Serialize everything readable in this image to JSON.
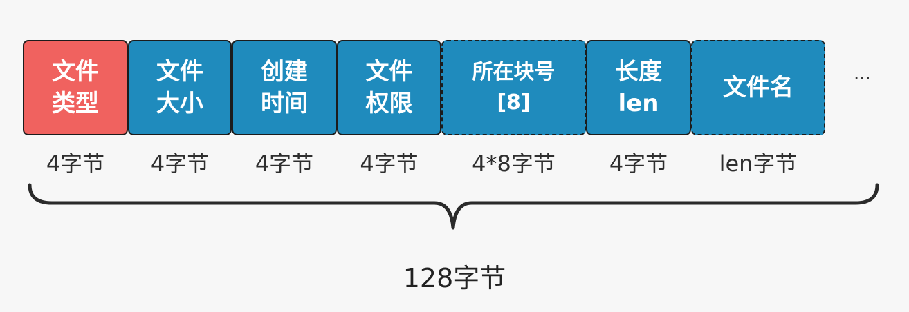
{
  "fields": [
    {
      "line1": "文件",
      "line2": "类型",
      "size": "4字节"
    },
    {
      "line1": "文件",
      "line2": "大小",
      "size": "4字节"
    },
    {
      "line1": "创建",
      "line2": "时间",
      "size": "4字节"
    },
    {
      "line1": "文件",
      "line2": "权限",
      "size": "4字节"
    },
    {
      "line1": "所在块号",
      "line2": "[8]",
      "size": "4*8字节"
    },
    {
      "line1": "长度",
      "line2": "len",
      "size": "4字节"
    },
    {
      "line1": "文件名",
      "line2": "",
      "size": "len字节"
    }
  ],
  "ellipsis": "...",
  "total": "128字节",
  "colors": {
    "header_field": "#f0625f",
    "field": "#1f8bbd",
    "border": "#1c1c1c"
  }
}
